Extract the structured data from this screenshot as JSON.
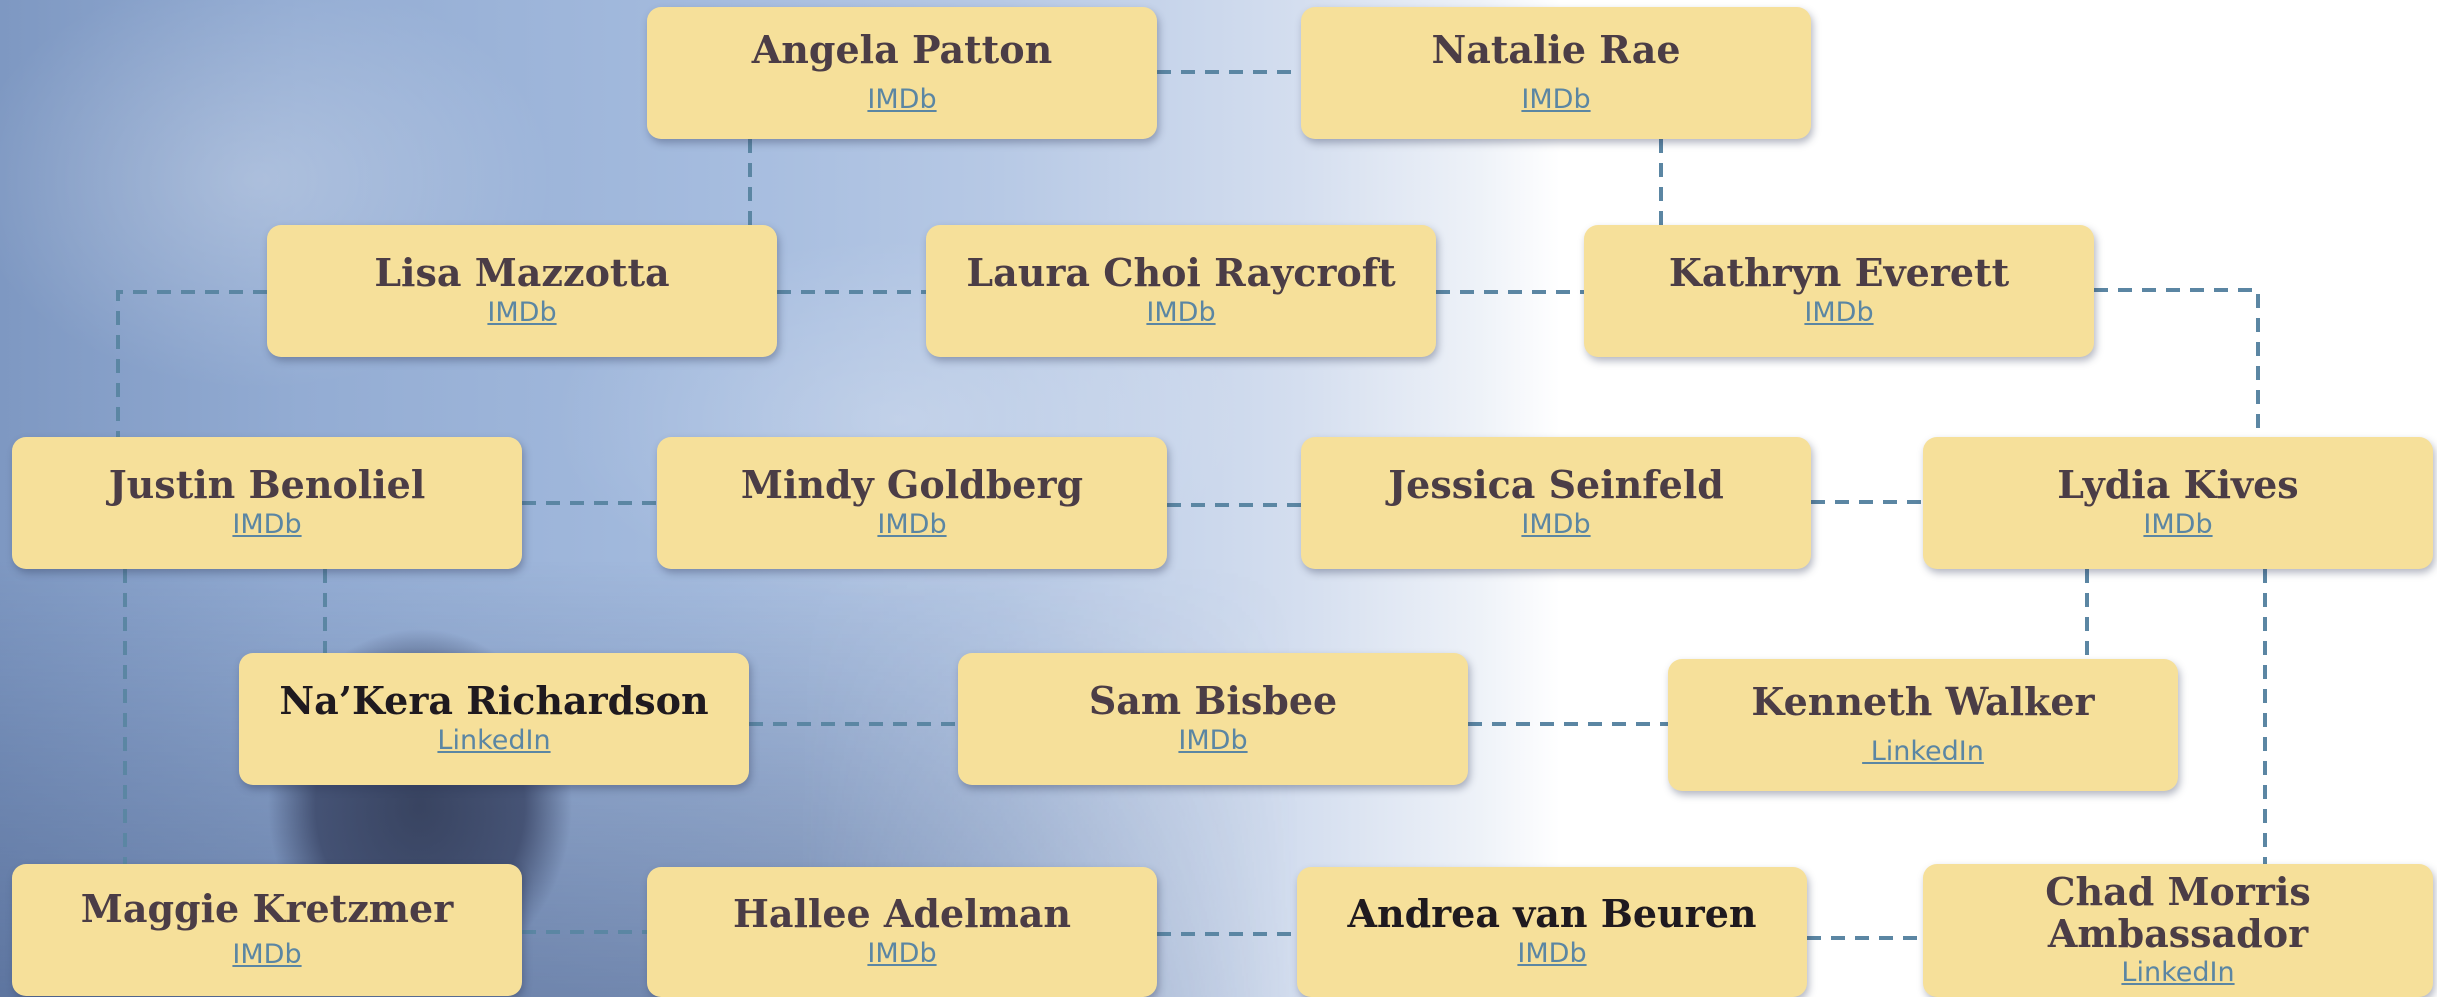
{
  "colors": {
    "card_fill": "#f6e09a",
    "card_text": "#4b3d46",
    "link": "#5b86a3",
    "connector": "#5b86a3"
  },
  "people": [
    {
      "id": "angela-patton",
      "name": "Angela Patton",
      "link": "IMDb"
    },
    {
      "id": "natalie-rae",
      "name": "Natalie Rae",
      "link": "IMDb"
    },
    {
      "id": "lisa-mazzotta",
      "name": "Lisa Mazzotta",
      "link": "IMDb"
    },
    {
      "id": "laura-choi-raycroft",
      "name": "Laura Choi Raycroft",
      "link": "IMDb"
    },
    {
      "id": "kathryn-everett",
      "name": "Kathryn Everett",
      "link": "IMDb"
    },
    {
      "id": "justin-benoliel",
      "name": "Justin Benoliel",
      "link": "IMDb"
    },
    {
      "id": "mindy-goldberg",
      "name": "Mindy Goldberg",
      "link": "IMDb"
    },
    {
      "id": "jessica-seinfeld",
      "name": "Jessica Seinfeld",
      "link": "IMDb"
    },
    {
      "id": "lydia-kives",
      "name": "Lydia Kives",
      "link": "IMDb"
    },
    {
      "id": "nakera-richardson",
      "name": "Na’Kera Richardson",
      "link": "LinkedIn"
    },
    {
      "id": "sam-bisbee",
      "name": "Sam Bisbee",
      "link": "IMDb"
    },
    {
      "id": "kenneth-walker",
      "name": "Kenneth Walker",
      "link": " LinkedIn"
    },
    {
      "id": "maggie-kretzmer",
      "name": "Maggie Kretzmer",
      "link": "IMDb"
    },
    {
      "id": "hallee-adelman",
      "name": "Hallee Adelman",
      "link": "IMDb"
    },
    {
      "id": "andrea-van-beuren",
      "name": "Andrea van Beuren",
      "link": "IMDb"
    },
    {
      "id": "chad-morris",
      "name": "Chad Morris Ambassador",
      "name_lines": [
        "Chad Morris",
        "Ambassador"
      ],
      "link": "LinkedIn"
    }
  ]
}
